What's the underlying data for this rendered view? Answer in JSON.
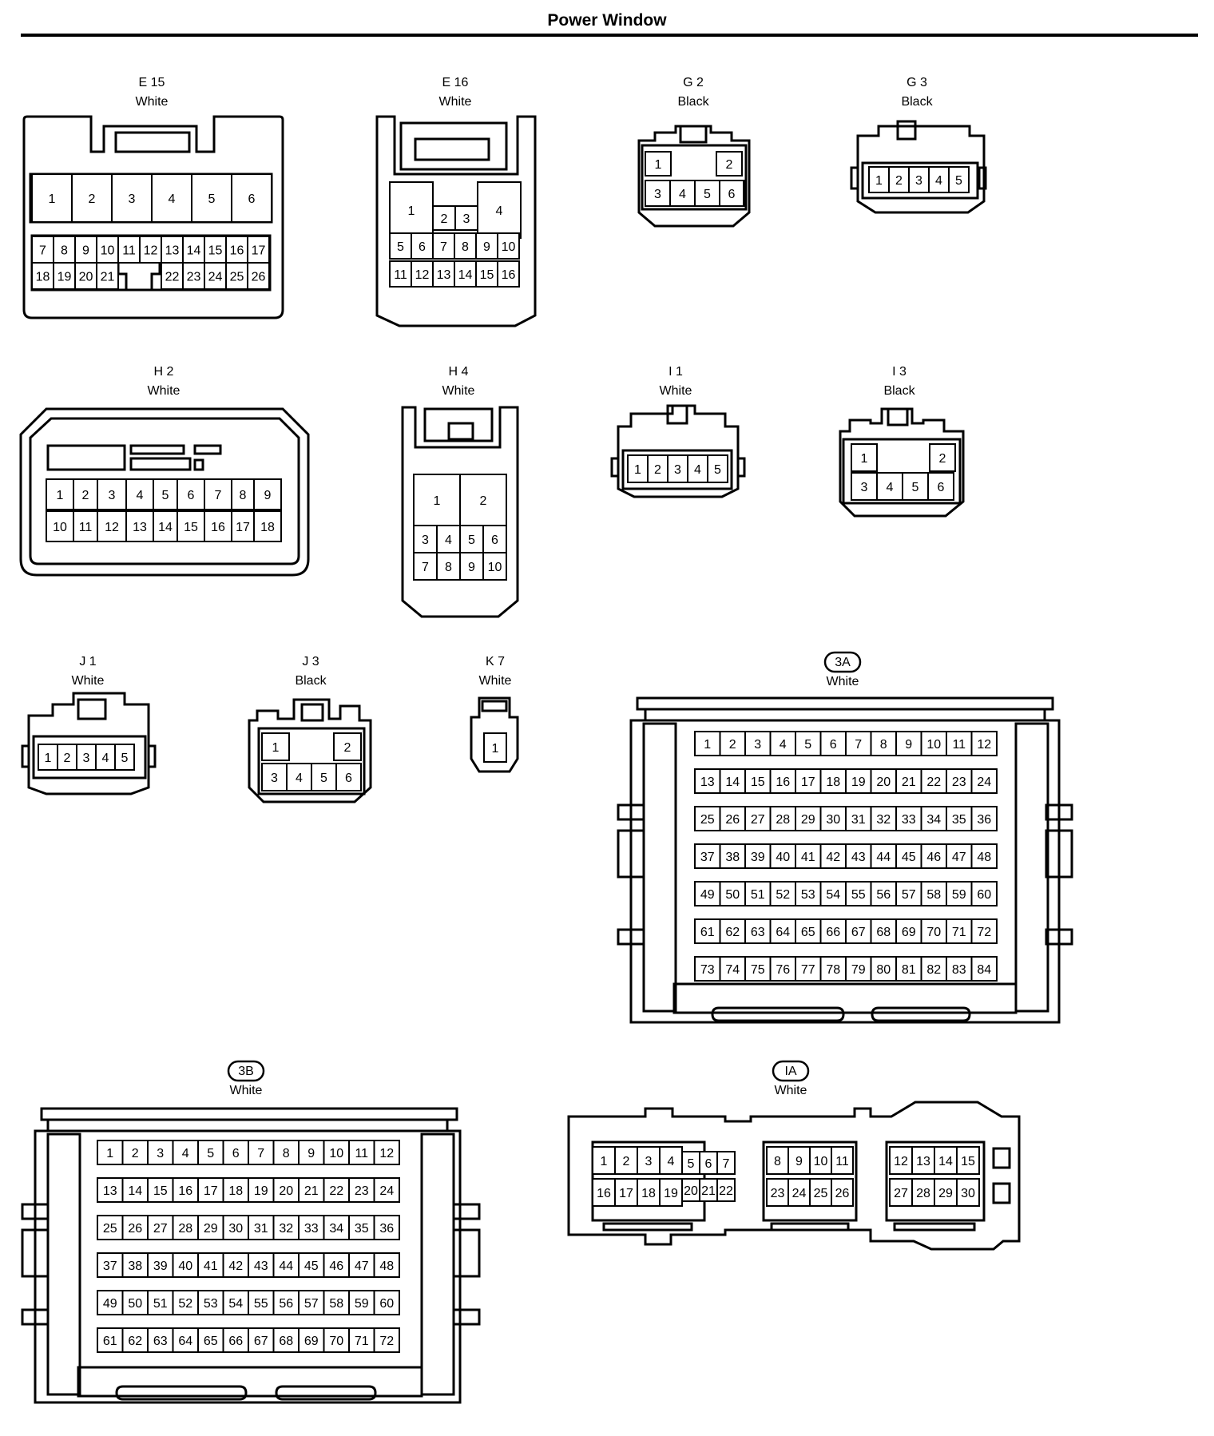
{
  "title": "Power Window",
  "connectors": {
    "e15": {
      "code": "E 15",
      "color": "White"
    },
    "e16": {
      "code": "E 16",
      "color": "White"
    },
    "g2": {
      "code": "G 2",
      "color": "Black"
    },
    "g3": {
      "code": "G 3",
      "color": "Black"
    },
    "h2": {
      "code": "H 2",
      "color": "White"
    },
    "h4": {
      "code": "H 4",
      "color": "White"
    },
    "i1": {
      "code": "I 1",
      "color": "White"
    },
    "i3": {
      "code": "I 3",
      "color": "Black"
    },
    "j1": {
      "code": "J 1",
      "color": "White"
    },
    "j3": {
      "code": "J 3",
      "color": "Black"
    },
    "k7": {
      "code": "K 7",
      "color": "White"
    },
    "c3a": {
      "code": "3A",
      "color": "White"
    },
    "c3b": {
      "code": "3B",
      "color": "White"
    },
    "cia": {
      "code": "IA",
      "color": "White"
    }
  }
}
